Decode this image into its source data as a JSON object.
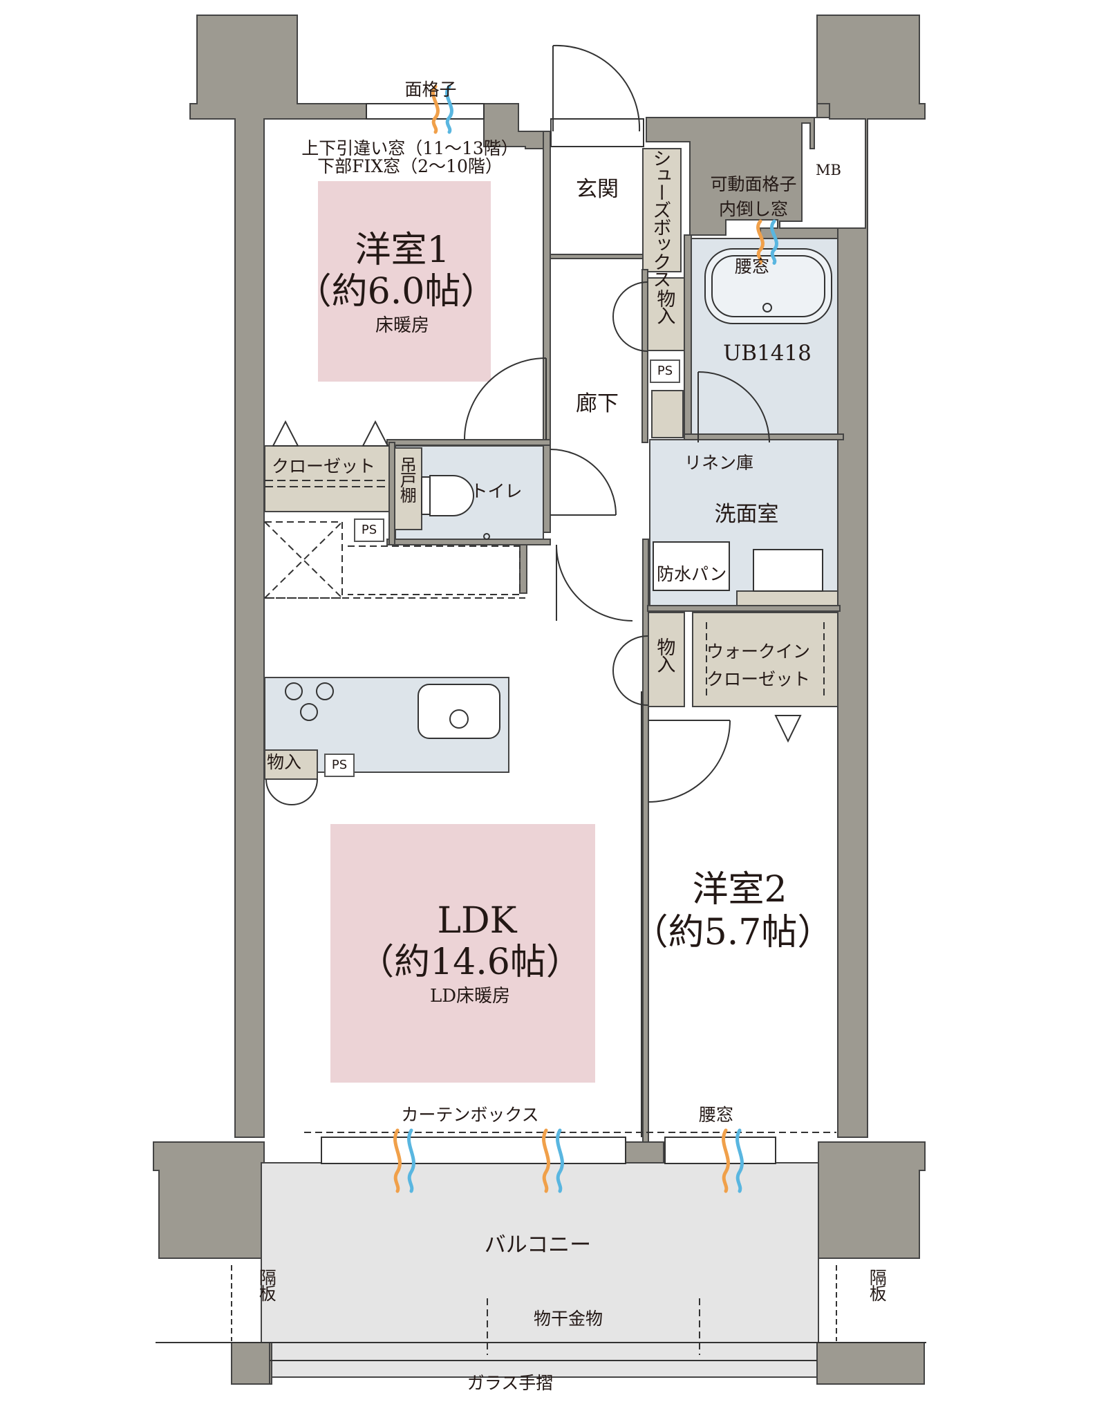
{
  "colors": {
    "wall": "#9d9a91",
    "room_highlight": "#ecd3d6",
    "wet_area": "#dde4ea",
    "storage": "#d9d4c6",
    "balcony": "#e5e5e5",
    "warm_arrow": "#f0a04a",
    "cool_arrow": "#59b6e0"
  },
  "rooms": {
    "western1": {
      "name": "洋室1",
      "size": "（約6.0帖）",
      "note": "床暖房"
    },
    "ldk": {
      "name": "LDK",
      "size": "（約14.6帖）",
      "note": "LD床暖房"
    },
    "western2": {
      "name": "洋室2",
      "size": "（約5.7帖）"
    },
    "entrance": "玄関",
    "corridor": "廊下",
    "toilet": "トイレ",
    "washroom": "洗面室",
    "bath": "UB1418",
    "balcony": "バルコニー"
  },
  "storage": {
    "closet": "クローゼット",
    "shoe_box": "シューズボックス",
    "hanging_shelf": "吊戸棚",
    "linen": "リネン庫",
    "walk_in_closet_line1": "ウォークイン",
    "walk_in_closet_line2": "クローゼット",
    "storage_upper": "物入",
    "storage_lower": "物入",
    "storage_kitchen": "物入"
  },
  "fixtures": {
    "waterproof_pan": "防水パン",
    "ps": "PS",
    "mb": "MB"
  },
  "windows": {
    "lattice": "面格子",
    "sliding_window": "上下引違い窓（11～13階）",
    "fix_window": "下部FIX窓（2～10階）",
    "movable_lattice": "可動面格子",
    "inward_window": "内倒し窓",
    "waist_window_bath": "腰窓",
    "curtain_box": "カーテンボックス",
    "waist_window_room2": "腰窓"
  },
  "balcony_items": {
    "partition_left": "隔板",
    "partition_right": "隔板",
    "laundry_pole": "物干金物",
    "glass_railing": "ガラス手摺"
  }
}
